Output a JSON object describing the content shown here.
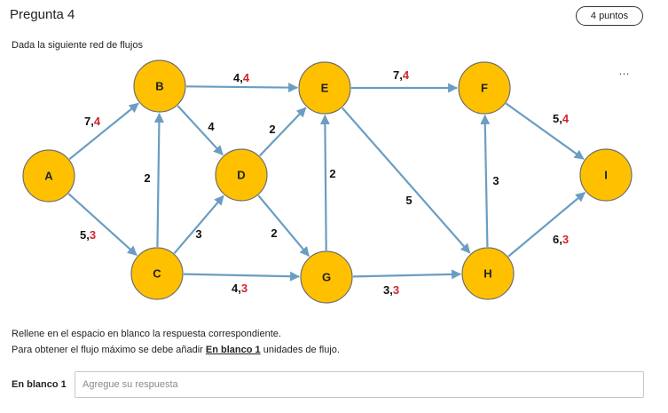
{
  "question": {
    "title": "Pregunta 4",
    "points": "4 puntos",
    "intro": "Dada la siguiente red de flujos",
    "more_icon": "…"
  },
  "network": {
    "nodes": [
      {
        "id": "A",
        "label": "A"
      },
      {
        "id": "B",
        "label": "B"
      },
      {
        "id": "C",
        "label": "C"
      },
      {
        "id": "D",
        "label": "D"
      },
      {
        "id": "E",
        "label": "E"
      },
      {
        "id": "F",
        "label": "F"
      },
      {
        "id": "G",
        "label": "G"
      },
      {
        "id": "H",
        "label": "H"
      },
      {
        "id": "I",
        "label": "I"
      }
    ],
    "edges": [
      {
        "from": "A",
        "to": "B",
        "capacity": "7",
        "flow": "4"
      },
      {
        "from": "A",
        "to": "C",
        "capacity": "5",
        "flow": "3"
      },
      {
        "from": "B",
        "to": "E",
        "capacity": "4",
        "flow": "4"
      },
      {
        "from": "B",
        "to": "D",
        "capacity": "4",
        "flow": ""
      },
      {
        "from": "C",
        "to": "B",
        "capacity": "2",
        "flow": ""
      },
      {
        "from": "C",
        "to": "D",
        "capacity": "3",
        "flow": ""
      },
      {
        "from": "C",
        "to": "G",
        "capacity": "4",
        "flow": "3"
      },
      {
        "from": "D",
        "to": "E",
        "capacity": "2",
        "flow": ""
      },
      {
        "from": "D",
        "to": "G",
        "capacity": "2",
        "flow": ""
      },
      {
        "from": "G",
        "to": "E",
        "capacity": "2",
        "flow": ""
      },
      {
        "from": "E",
        "to": "F",
        "capacity": "7",
        "flow": "4"
      },
      {
        "from": "E",
        "to": "H",
        "capacity": "5",
        "flow": ""
      },
      {
        "from": "G",
        "to": "H",
        "capacity": "3",
        "flow": "3"
      },
      {
        "from": "H",
        "to": "F",
        "capacity": "3",
        "flow": ""
      },
      {
        "from": "F",
        "to": "I",
        "capacity": "5",
        "flow": "4"
      },
      {
        "from": "H",
        "to": "I",
        "capacity": "6",
        "flow": "3"
      }
    ],
    "colors": {
      "node_fill": "#FFC000",
      "edge": "#6b9dc2",
      "flow": "#d0262a"
    }
  },
  "instructions": {
    "line1": "Rellene en el espacio en blanco la respuesta correspondiente.",
    "line2_before": "Para obtener el flujo máximo se debe añadir ",
    "line2_blank": "En blanco 1",
    "line2_after": " unidades de flujo."
  },
  "answer": {
    "label": "En blanco 1",
    "placeholder": "Agregue su respuesta",
    "value": ""
  }
}
